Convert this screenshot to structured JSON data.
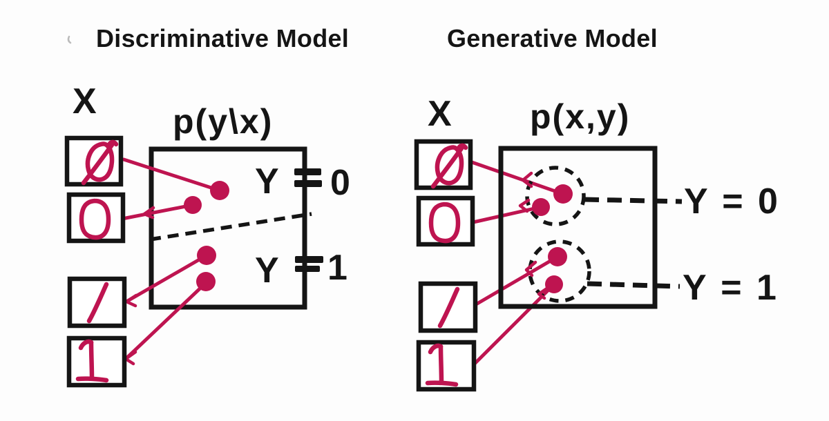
{
  "colors": {
    "accent": "#BE1450",
    "ink": "#151515",
    "background": "#FDFDFD"
  },
  "left_panel": {
    "title": "Discriminative Model",
    "axis_label": "X",
    "formula": "p(y\\x)",
    "digit_boxes": [
      "0",
      "0",
      "1",
      "1"
    ],
    "class_rows": [
      {
        "variable": "Y",
        "value": "0"
      },
      {
        "variable": "Y",
        "value": "1"
      }
    ]
  },
  "right_panel": {
    "title": "Generative Model",
    "axis_label": "X",
    "formula": "p(x,y)",
    "digit_boxes": [
      "0",
      "0",
      "1",
      "1"
    ],
    "class_labels": [
      "Y = 0",
      "Y = 1"
    ]
  }
}
